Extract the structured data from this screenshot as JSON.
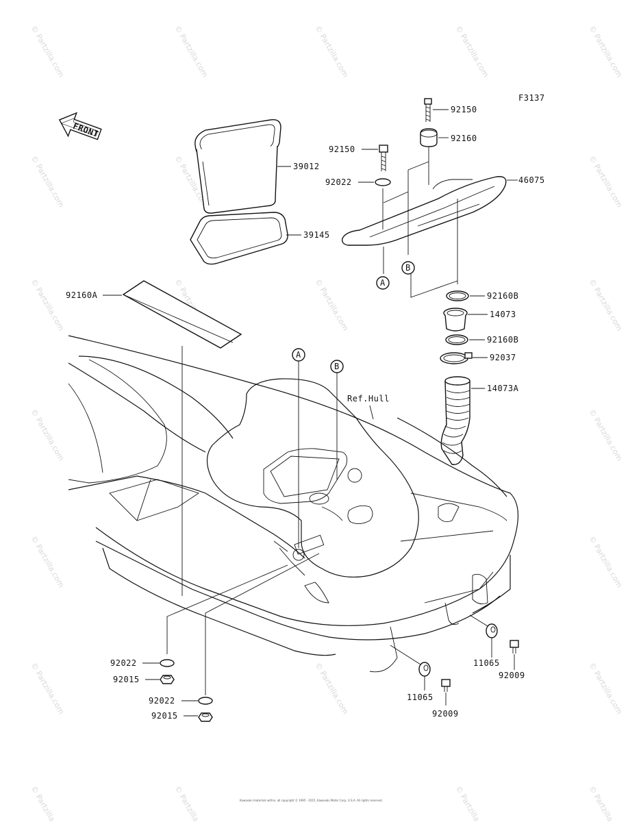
{
  "figure_code": "F3137",
  "front_label": "FRONT",
  "ref_label": "Ref.Hull",
  "watermark_text": "© Partzilla.com",
  "copyright_text": "Kawasaki materials within, all copyright © 1995 - 2015, Kawasaki Motor Corp. U.S.A. All rights reserved.",
  "callouts": {
    "a": "A",
    "b": "B"
  },
  "parts": {
    "p92150_top": "92150",
    "p92160": "92160",
    "p92150": "92150",
    "p39012": "39012",
    "p92022_top": "92022",
    "p46075": "46075",
    "p39145": "39145",
    "p92160A": "92160A",
    "p92160B_1": "92160B",
    "p14073": "14073",
    "p92160B_2": "92160B",
    "p92037": "92037",
    "p14073A": "14073A",
    "p92022_a": "92022",
    "p92015_a": "92015",
    "p92022_b": "92022",
    "p92015_b": "92015",
    "p11065_a": "11065",
    "p92009_a": "92009",
    "p11065_b": "11065",
    "p92009_b": "92009"
  }
}
